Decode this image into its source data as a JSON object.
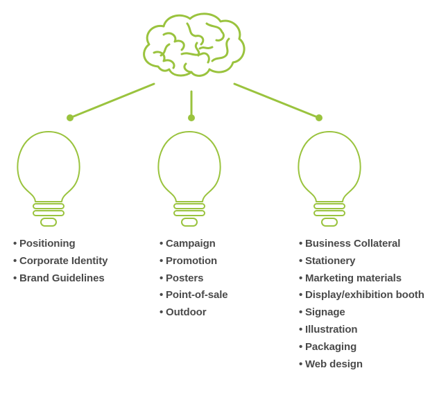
{
  "accent_color": "#9ac33e",
  "brain_icon": "brain-icon",
  "bulb_icon": "lightbulb-icon",
  "columns": [
    {
      "items": [
        "Positioning",
        "Corporate Identity",
        "Brand Guidelines"
      ]
    },
    {
      "items": [
        "Campaign",
        "Promotion",
        "Posters",
        "Point-of-sale",
        "Outdoor"
      ]
    },
    {
      "items": [
        "Business Collateral",
        "Stationery",
        "Marketing materials",
        "Display/exhibition booth",
        "Signage",
        "Illustration",
        "Packaging",
        "Web design"
      ]
    }
  ]
}
